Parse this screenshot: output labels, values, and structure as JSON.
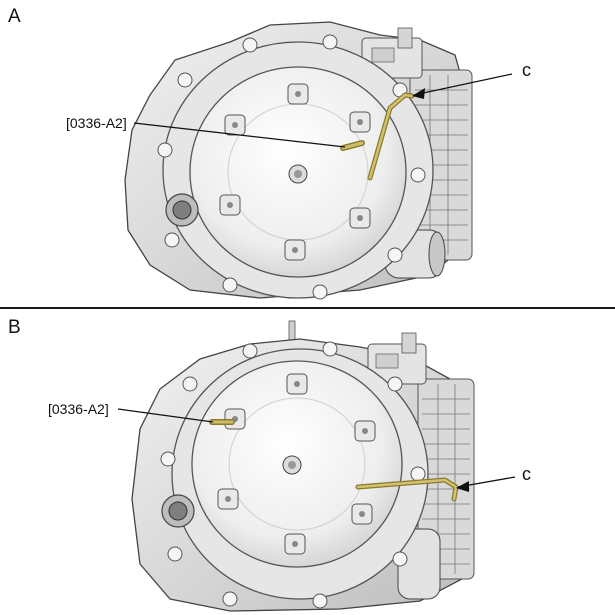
{
  "panels": [
    {
      "letter": "A",
      "tool_label": "[0336-A2]",
      "c_label": "c"
    },
    {
      "letter": "B",
      "tool_label": "[0336-A2]",
      "c_label": "c"
    }
  ]
}
